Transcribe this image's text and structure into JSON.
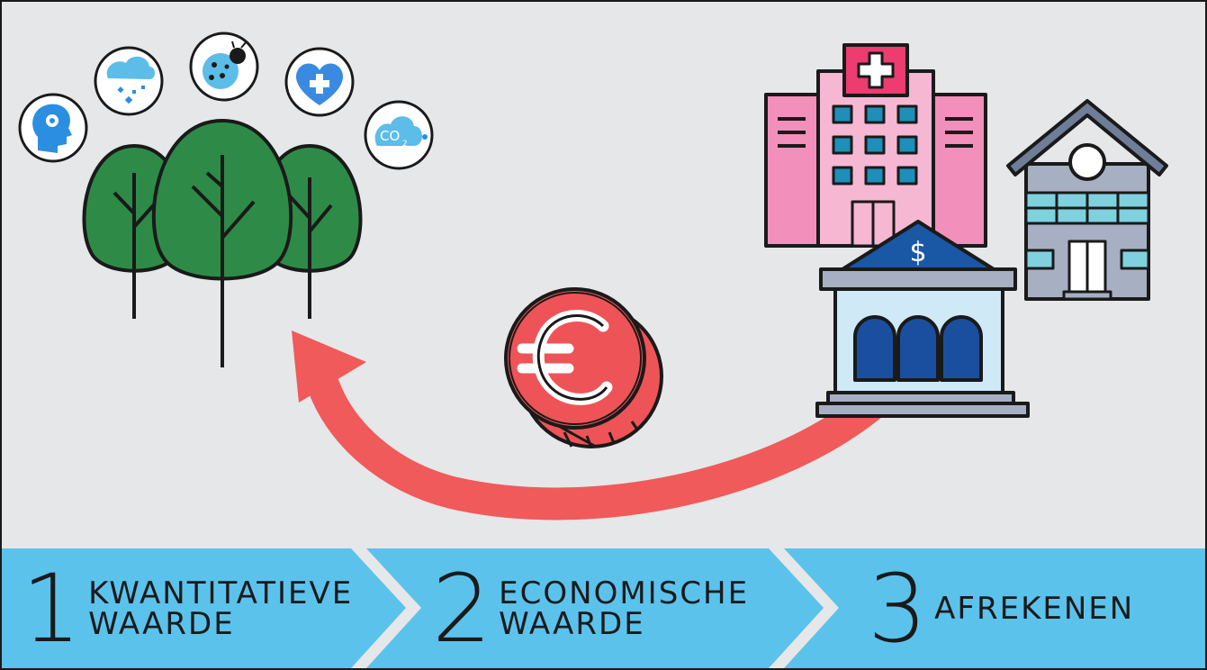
{
  "colors": {
    "background": "#e6e7e8",
    "step_bar": "#5bc2ec",
    "arrow": "#f05a5a",
    "tree": "#2e8b47",
    "coin": "#ee5457",
    "hospital": "#f28fbb",
    "school": "#a7b0c2",
    "bank": "#cfe9f7"
  },
  "icons": {
    "benefits": [
      "mind-gear-icon",
      "rain-cloud-icon",
      "ladybug-icon",
      "heart-plus-icon",
      "co2-cloud-icon"
    ],
    "co2_text": "CO",
    "co2_sub": "2",
    "bank_symbol": "$"
  },
  "steps": [
    {
      "number": "1",
      "line1": "KWANTITATIEVE",
      "line2": "WAARDE"
    },
    {
      "number": "2",
      "line1": "ECONOMISCHE",
      "line2": "WAARDE"
    },
    {
      "number": "3",
      "line1": "AFREKENEN",
      "line2": ""
    }
  ]
}
